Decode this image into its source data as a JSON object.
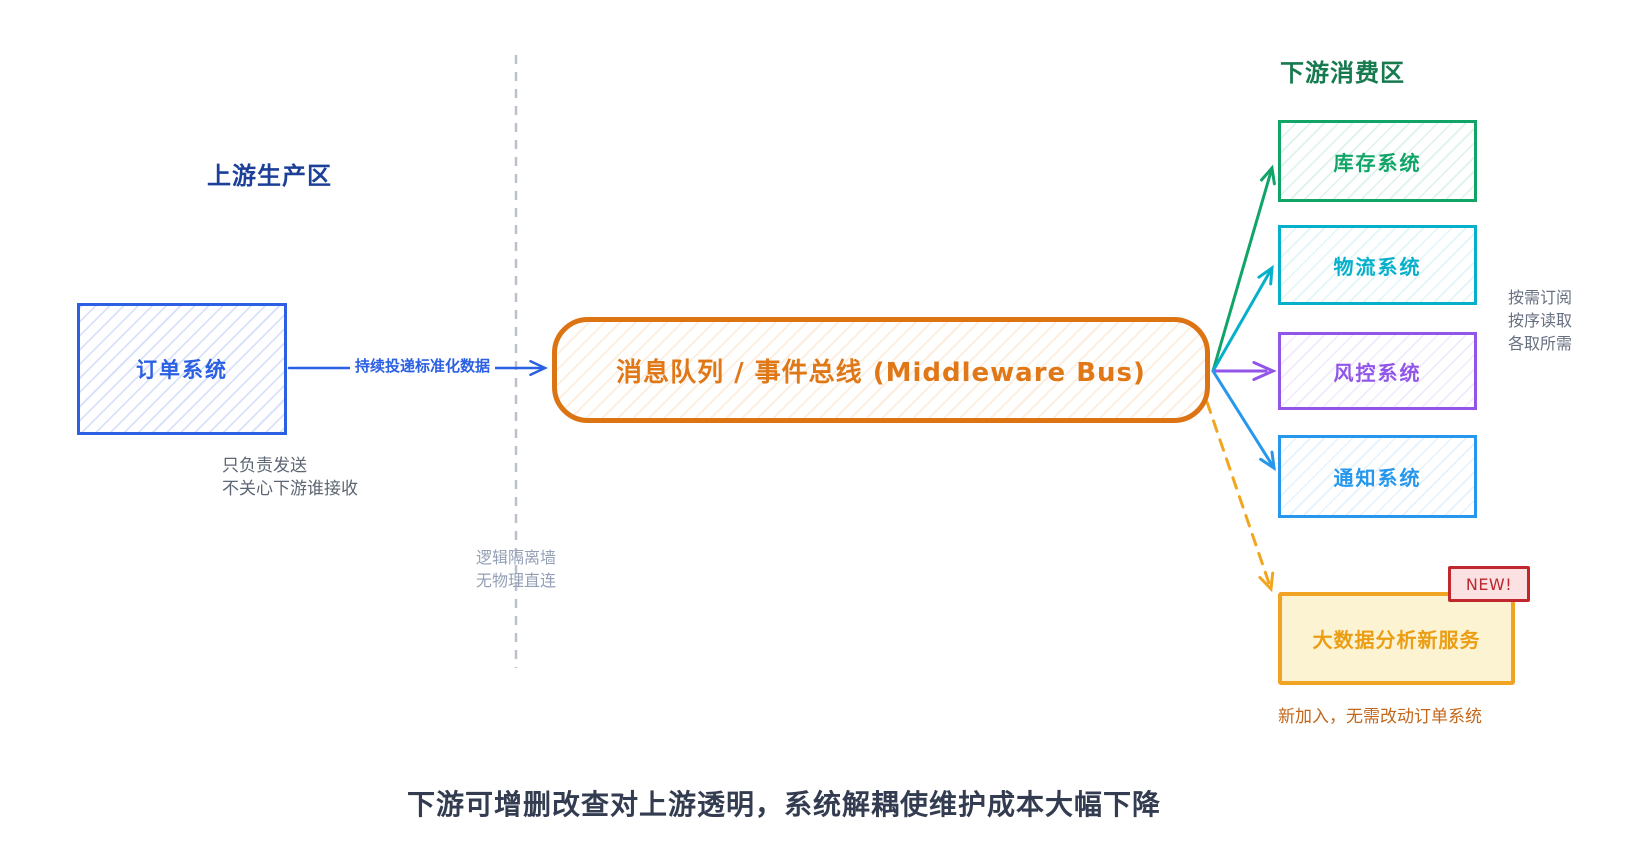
{
  "diagram": {
    "caption": "下游可增删改查对上游透明，系统解耦使维护成本大幅下降",
    "upstream": {
      "zone_label": "上游生产区",
      "order_system": {
        "label": "订单系统",
        "color": "#2b5fe4"
      },
      "sender_note": "只负责发送\n不关心下游谁接收",
      "flow_label": "持续投递标准化数据"
    },
    "isolation_wall": {
      "note": "逻辑隔离墙\n无物理直连",
      "line_color": "#bac1cd"
    },
    "bus": {
      "label": "消息队列 / 事件总线 (Middleware Bus)",
      "color": "#dc7414"
    },
    "downstream": {
      "zone_label": "下游消费区",
      "consumers": [
        {
          "label": "库存系统",
          "color": "#10a567"
        },
        {
          "label": "物流系统",
          "color": "#06b0cb"
        },
        {
          "label": "风控系统",
          "color": "#9155e8"
        },
        {
          "label": "通知系统",
          "color": "#2697ec"
        }
      ],
      "consume_note": "按需订阅\n按序读取\n各取所需",
      "new_service": {
        "label": "大数据分析新服务",
        "badge": "NEW!",
        "note": "新加入，无需改动订单系统",
        "color": "#f1a323",
        "badge_color": "#c1282e"
      }
    }
  }
}
